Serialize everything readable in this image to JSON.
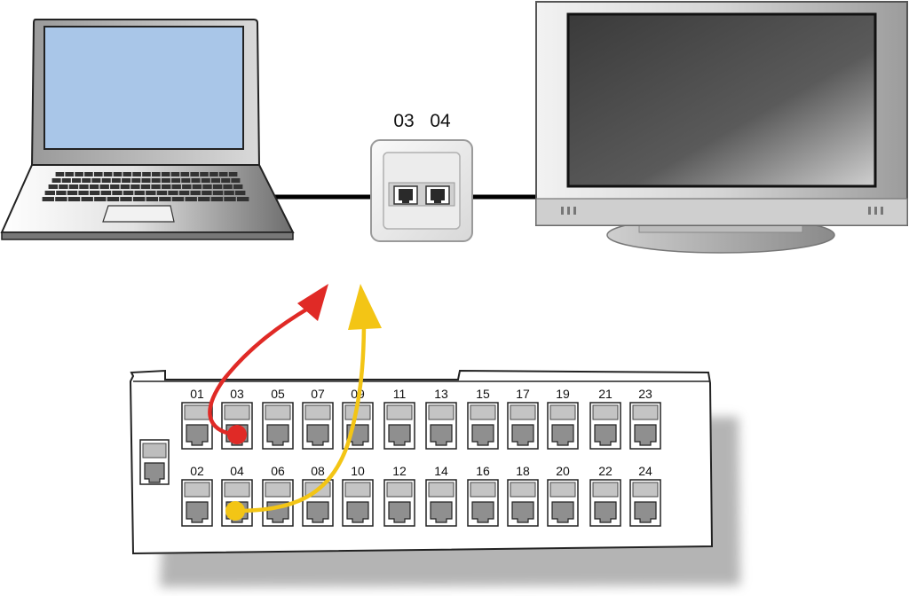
{
  "wall_outlet": {
    "labels": [
      "03",
      "04"
    ]
  },
  "patch_panel": {
    "top_row": [
      "01",
      "03",
      "05",
      "07",
      "09",
      "11",
      "13",
      "15",
      "17",
      "19",
      "21",
      "23"
    ],
    "bottom_row": [
      "02",
      "04",
      "06",
      "08",
      "10",
      "12",
      "14",
      "16",
      "18",
      "20",
      "22",
      "24"
    ]
  },
  "connections": [
    {
      "from_port": "03",
      "to_outlet": "03",
      "color": "#e02a26"
    },
    {
      "from_port": "04",
      "to_outlet": "04",
      "color": "#f3c515"
    }
  ],
  "colors": {
    "laptop_screen": "#a9c6e8",
    "cable": "#000000",
    "panel_outline": "#222222"
  }
}
